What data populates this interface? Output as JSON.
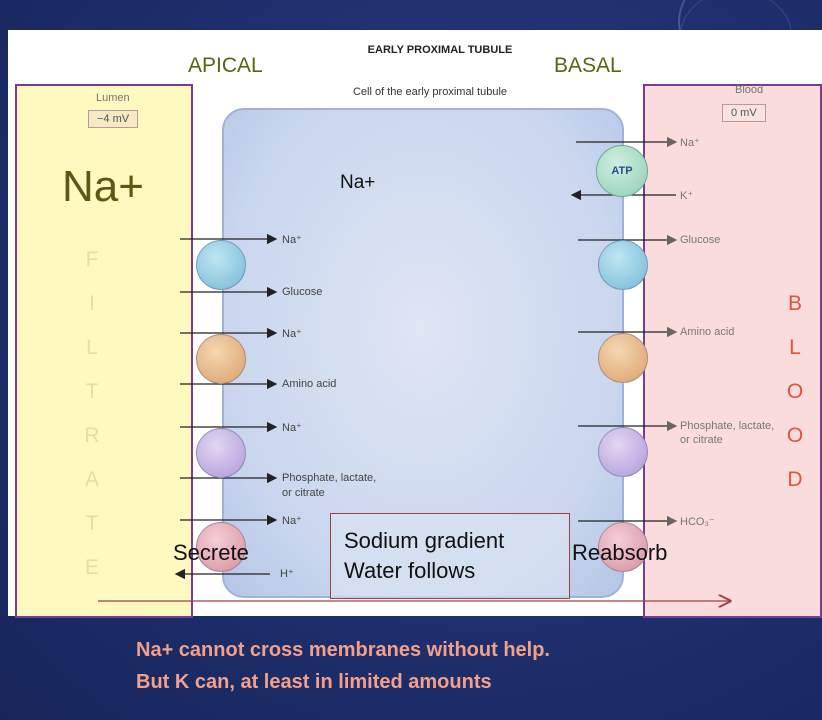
{
  "diagram": {
    "title": "EARLY PROXIMAL TUBULE",
    "cell_label": "Cell of the early proximal tubule",
    "apical": "APICAL",
    "basal": "BASAL",
    "lumen": {
      "label": "Lumen",
      "voltage": "−4 mV"
    },
    "blood": {
      "label": "Blood",
      "voltage": "0 mV"
    },
    "big_na": "Na+",
    "na_center": "Na+",
    "atp": "ATP",
    "filtrate_letters": [
      "F",
      "I",
      "L",
      "T",
      "R",
      "A",
      "T",
      "E"
    ],
    "blood_letters": [
      "B",
      "L",
      "O",
      "O",
      "D"
    ],
    "apical_labels": [
      "Na⁺",
      "Glucose",
      "Na⁺",
      "Amino acid",
      "Na⁺",
      "Phosphate, lactate,",
      "or citrate",
      "Na⁺",
      "H⁺"
    ],
    "basal_labels": [
      "Na⁺",
      "K⁺",
      "Glucose",
      "Amino acid",
      "Phosphate, lactate,",
      "or citrate",
      "HCO₃⁻"
    ],
    "gradient_line1": "Sodium gradient",
    "gradient_line2": "Water follows",
    "secrete": "Secrete",
    "reabsorb": "Reabsorb",
    "colors": {
      "lumen_fill": "#fff5aa",
      "blood_fill": "#facdcd",
      "border": "#7a3a9a",
      "accent_text": "#e0553a"
    }
  },
  "caption": {
    "line1": "Na+ cannot cross membranes without help.",
    "line2": "But K can, at least in limited amounts"
  }
}
